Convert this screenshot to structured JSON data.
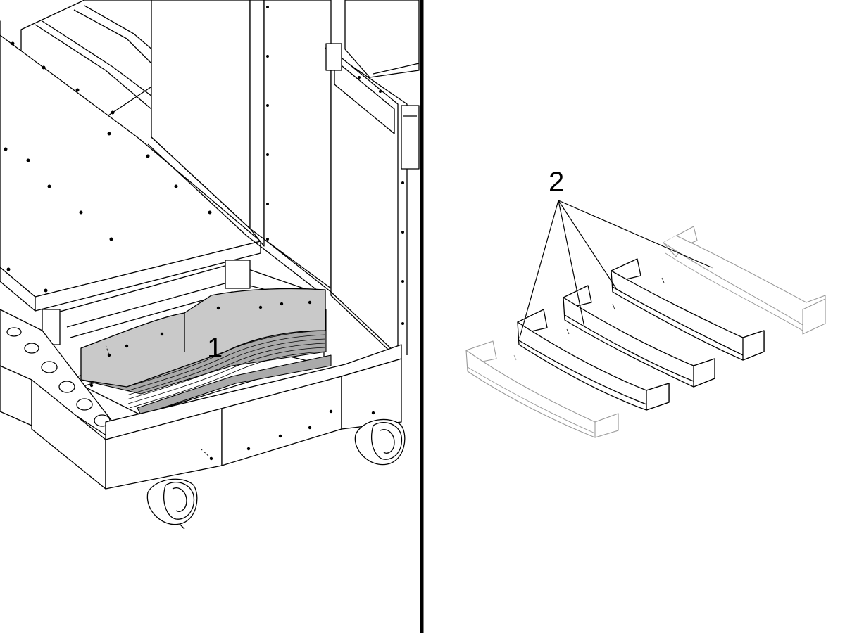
{
  "figure": {
    "left_panel": {
      "callout": "1",
      "part": "bellows-cover-assembly"
    },
    "right_panel": {
      "callout": "2",
      "part": "bellows-cover-segments",
      "segment_count": 5,
      "highlighted_segments": 3
    },
    "colors": {
      "line": "#000000",
      "highlight_fill": "#c9c9c9",
      "ghost_line": "#9a9a9a",
      "background": "#ffffff"
    }
  }
}
